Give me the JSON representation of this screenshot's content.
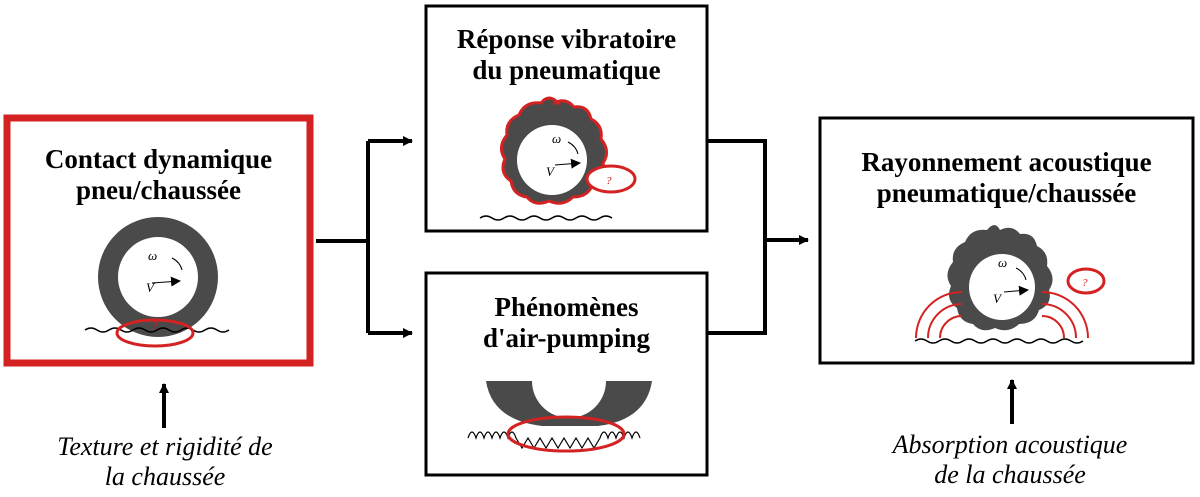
{
  "boxes": {
    "contact": {
      "line1": "Contact dynamique",
      "line2": "pneu/chaussée"
    },
    "vibration": {
      "line1": "Réponse vibratoire",
      "line2": "du pneumatique"
    },
    "airpumping": {
      "line1": "Phénomènes",
      "line2": "d'air-pumping"
    },
    "radiation": {
      "line1": "Rayonnement acoustique",
      "line2": "pneumatique/chaussée"
    }
  },
  "inputs": {
    "texture": {
      "line1": "Texture et rigidité de",
      "line2": "la chaussée"
    },
    "absorption": {
      "line1": "Absorption acoustique",
      "line2": "de la chaussée"
    }
  },
  "symbols": {
    "omega": "ω",
    "velocity": "V",
    "question": "?"
  },
  "colors": {
    "highlight": "#d42222",
    "tyre": "#4a4a4a",
    "line": "#000000"
  }
}
